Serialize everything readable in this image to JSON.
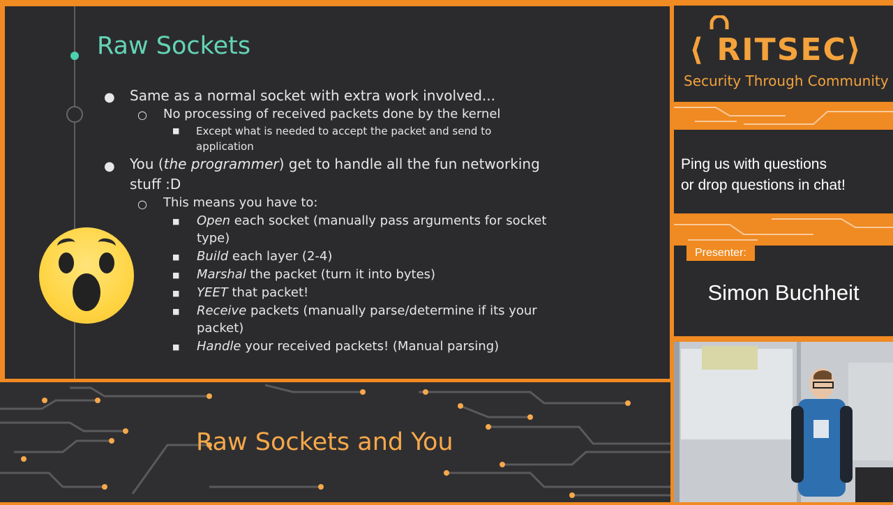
{
  "slide": {
    "title": "Raw Sockets",
    "bullets": {
      "b1": "Same as a normal socket with extra work involved...",
      "b1_sub": "No processing of received packets done by the kernel",
      "b1_sub_sub_1": "Except what is needed to accept the packet and send to",
      "b1_sub_sub_2": "application",
      "b2_prefix": "You (",
      "b2_em": "the programmer",
      "b2_suffix": ") get to handle all the fun networking",
      "b2_line2": "stuff :D",
      "b2_sub": "This means you have to:",
      "items": [
        {
          "em": "Open",
          "text": " each socket (manually pass arguments for socket",
          "line2": "type)"
        },
        {
          "em": "Build",
          "text": " each layer (2-4)"
        },
        {
          "em": "Marshal",
          "text": " the packet (turn it into bytes)"
        },
        {
          "em": "YEET",
          "text": " that packet!"
        },
        {
          "em": "Receive",
          "text": " packets (manually parse/determine if its your",
          "line2": "packet)"
        },
        {
          "em": "Handle",
          "text": " your received packets! (Manual parsing)"
        }
      ]
    }
  },
  "bar": {
    "title": "Raw Sockets and You"
  },
  "sidebar": {
    "logo": "⟨ RITSEC⟩",
    "tagline": "Security Through Community",
    "question_line1": "Ping us with questions",
    "question_line2": "or drop questions in chat!",
    "presenter_label": "Presenter:",
    "presenter_name": "Simon Buchheit"
  },
  "colors": {
    "accent": "#f08a22",
    "slide_bg": "#2b2b2d",
    "title_teal": "#64d4b4",
    "bar_text": "#f6a84a"
  }
}
